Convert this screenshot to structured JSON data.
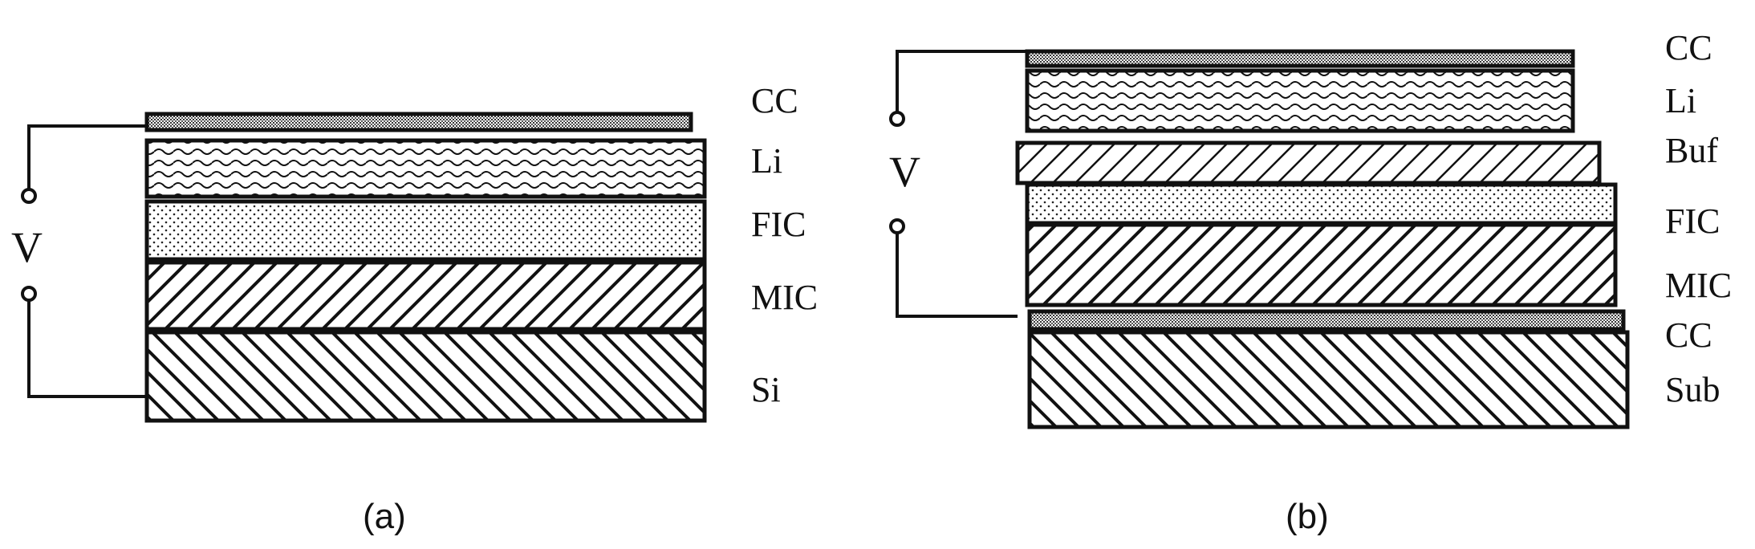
{
  "diagram": {
    "panel_a": {
      "caption": "(a)",
      "voltage_label": "V",
      "layers": [
        {
          "key": "cc",
          "label": "CC",
          "pattern": "fine-dots"
        },
        {
          "key": "li",
          "label": "Li",
          "pattern": "wavy"
        },
        {
          "key": "fic",
          "label": "FIC",
          "pattern": "sparse-dots"
        },
        {
          "key": "mic",
          "label": "MIC",
          "pattern": "forward-hatch"
        },
        {
          "key": "si",
          "label": "Si",
          "pattern": "backward-hatch"
        }
      ]
    },
    "panel_b": {
      "caption": "(b)",
      "voltage_label": "V",
      "layers": [
        {
          "key": "cc-top",
          "label": "CC",
          "pattern": "fine-dots"
        },
        {
          "key": "li",
          "label": "Li",
          "pattern": "wavy"
        },
        {
          "key": "buf",
          "label": "Buf",
          "pattern": "forward-hatch-light"
        },
        {
          "key": "fic",
          "label": "FIC",
          "pattern": "sparse-dots"
        },
        {
          "key": "mic",
          "label": "MIC",
          "pattern": "forward-hatch"
        },
        {
          "key": "cc-bottom",
          "label": "CC",
          "pattern": "fine-dots"
        },
        {
          "key": "sub",
          "label": "Sub",
          "pattern": "backward-hatch"
        }
      ]
    },
    "colors": {
      "ink": "#111111",
      "background": "#ffffff"
    }
  }
}
